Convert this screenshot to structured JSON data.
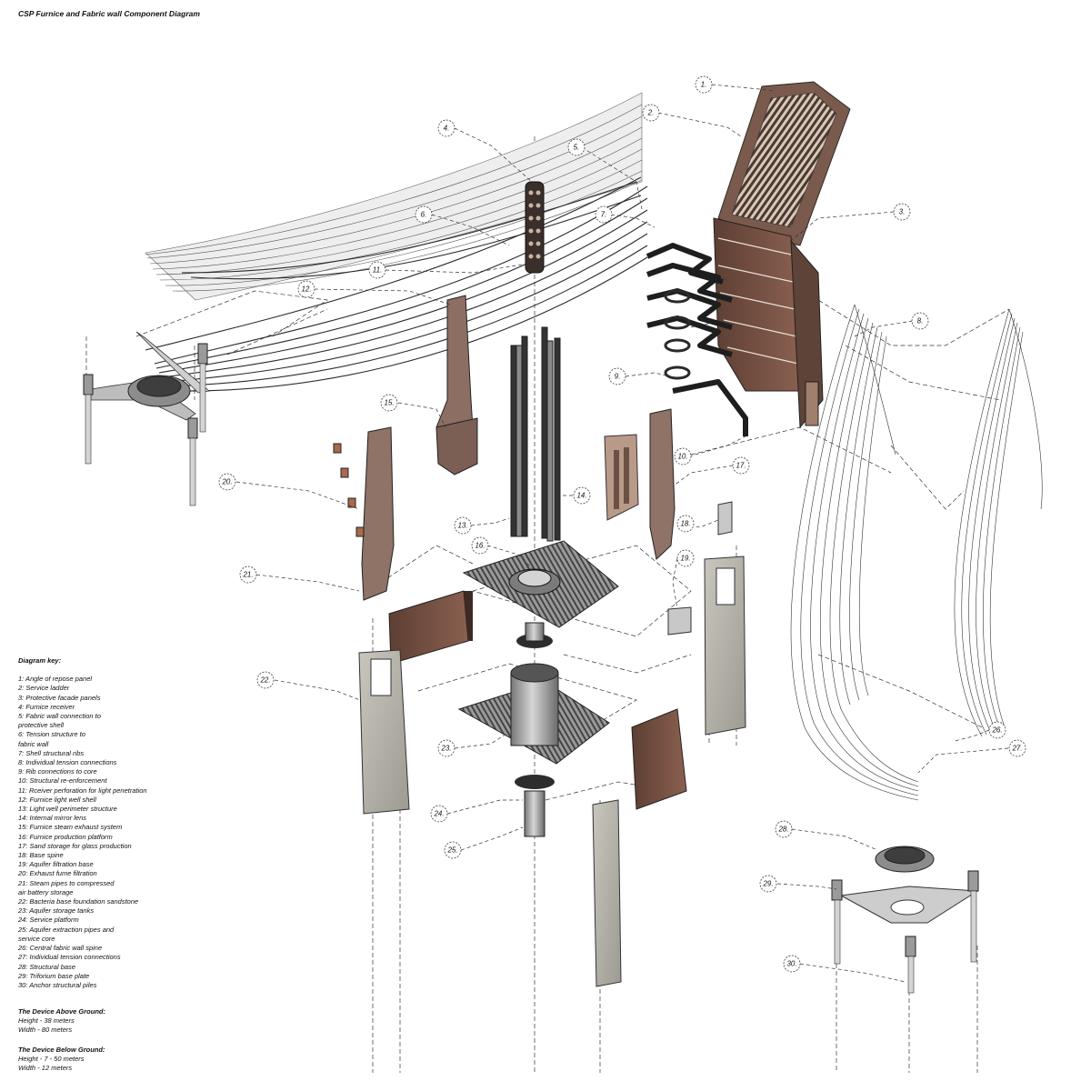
{
  "title": "CSP Furnice and Fabric wall Component Diagram",
  "key": {
    "heading": "Diagram key:",
    "items": [
      "1: Angle of repose panel",
      "2: Service ladder",
      "3: Protective facade panels",
      "4: Furnice receiver",
      "5: Fabric wall connection to\nprotective shell",
      "6: Tension structure to\nfabric wall",
      "7: Shell structural ribs",
      "8: Individual tension connections",
      "9: Rib connections to core",
      "10: Structural re-enforcement",
      "11: Rceiver perforation for light penetration",
      "12: Furnice light well shell",
      "13: Light well perimeter structure",
      "14: Internal mirror lens",
      "15: Furnice steam exhaust system",
      "16: Furnice production platform",
      "17: Sand storage for glass production",
      "18: Base spine",
      "19: Aquifer filtration base",
      "20: Exhaust fume filtration",
      "21: Steam pipes to compressed\nair battery storage",
      "22: Bacteria base foundation sandstone",
      "23: Aquifer storage tanks",
      "24: Service platform",
      "25: Aquifer extraction pipes and\nservice core",
      "26: Central fabric wall spine",
      "27: Individual tension connections",
      "28: Structural base",
      "29: Triforium base plate",
      "30: Anchor structural piles"
    ]
  },
  "above_ground": {
    "heading": "The Device Above Ground:",
    "height": "Height - 38 meters",
    "width": "Width - 80 meters"
  },
  "below_ground": {
    "heading": "The Device Below Ground:",
    "height": "Height - 7 - 50 meters",
    "width": "Width - 12 meters"
  },
  "callouts": [
    "1.",
    "2.",
    "3.",
    "4.",
    "5.",
    "6.",
    "7.",
    "8.",
    "9.",
    "10.",
    "11.",
    "12.",
    "13.",
    "14.",
    "15.",
    "16.",
    "17.",
    "18.",
    "19.",
    "20.",
    "21.",
    "22.",
    "23.",
    "24.",
    "25.",
    "26.",
    "27.",
    "28.",
    "29.",
    "30."
  ],
  "colors": {
    "ink": "#222222",
    "rust": "#6e4a3c",
    "concrete": "#b9b6ae",
    "steel": "#555555",
    "fabric": "#e8e8e8"
  }
}
